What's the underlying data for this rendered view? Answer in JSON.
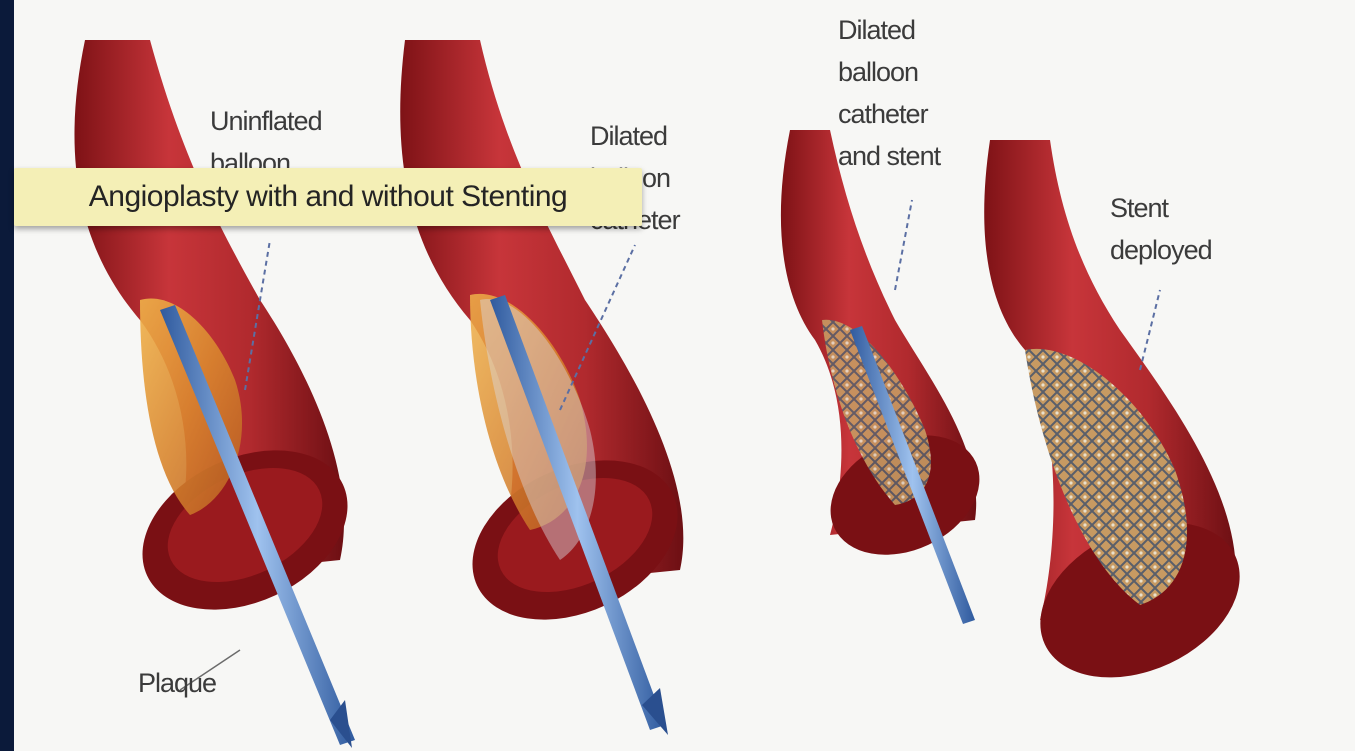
{
  "title": "Angioplasty with and without Stenting",
  "labels": {
    "plaque": "Plaque",
    "uninflated_balloon": "Uninflated\nballoon",
    "dilated_balloon_catheter": "Dilated\nballoon\ncatheter",
    "dilated_balloon_catheter_and_stent": "Dilated\nballoon\ncatheter\nand stent",
    "stent_deployed": "Stent\ndeployed"
  },
  "colors": {
    "frame": "#0b1a3a",
    "background": "#f7f7f5",
    "banner": "#f4efb6",
    "vessel": "#b3262b",
    "plaque": "#e5a040",
    "catheter": "#4a7bc4"
  }
}
